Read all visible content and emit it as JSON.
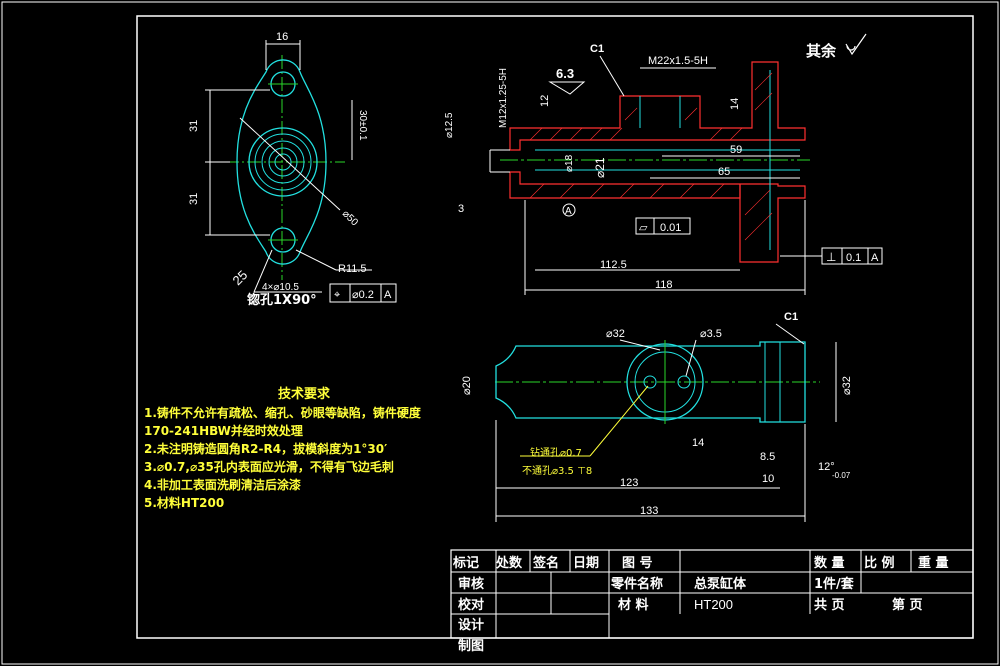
{
  "corner_note": "其余",
  "top_view": {
    "dim_width": "16",
    "dim_upper": "31",
    "dim_lower": "31",
    "dim_hole": "30±0.1",
    "dim_outer_dia": "⌀50",
    "dim_radius": "R11.5",
    "dim_bolt_hole": "4×⌀10.5",
    "dim_angle": "25",
    "counterbore_note": "锪孔1X90°",
    "tolerance": [
      "⌖",
      "⌀0.2",
      "A"
    ]
  },
  "section_view": {
    "chamfer_c1": "C1",
    "thread_m22": "M22x1.5-5H",
    "roughness_63": "6.3",
    "dim_12": "12",
    "dim_14": "14",
    "thread_m12": "M12x1.25-5H",
    "dia_125": "⌀12.5",
    "dia_18": "⌀18",
    "dia_21": "⌀21",
    "dim_59": "59",
    "dim_65": "65",
    "dim_3": "3",
    "datum_a": "A",
    "flatness": [
      "⏥",
      "0.01"
    ],
    "dim_1125": "112.5",
    "dim_118": "118",
    "perpendicularity": [
      "⊥",
      "0.1",
      "A"
    ]
  },
  "bottom_view": {
    "dia_32_top": "⌀32",
    "dia_35": "⌀3.5",
    "chamfer_c1": "C1",
    "dia_20": "⌀20",
    "dia_32_right": "⌀32",
    "drill_note_1": "钻通孔⌀0.7",
    "drill_note_2": "不通孔⌀3.5 ⊤8",
    "dim_14": "14",
    "dim_85": "8.5",
    "dim_angle": "12°",
    "dim_angle_tol": "-0.07",
    "dim_10": "10",
    "dim_123": "123",
    "dim_133": "133"
  },
  "tech_requirements": {
    "title": "技术要求",
    "items": [
      "1.铸件不允许有疏松、缩孔、砂眼等缺陷，铸件硬度",
      "170-241HBW并经时效处理",
      "2.未注明铸造圆角R2-R4，拔模斜度为1°30′",
      "3.⌀0.7,⌀35孔内表面应光滑，不得有飞边毛刺",
      "4.非加工表面洗刷清洁后涂漆",
      "5.材料HT200"
    ]
  },
  "title_block": {
    "h_mark": "标记",
    "h_count": "处数",
    "h_sign": "签名",
    "h_date": "日期",
    "h_drawing_no": "图 号",
    "h_review": "审核",
    "h_check": "校对",
    "h_design": "设计",
    "h_draft": "制图",
    "h_part_name": "零件名称",
    "part_name": "总泵缸体",
    "h_material": "材 料",
    "material": "HT200",
    "h_quantity": "数 量",
    "h_scale": "比 例",
    "h_weight": "重 量",
    "quantity": "1件/套",
    "total_sheets": "共 页",
    "sheet_no": "第 页"
  }
}
